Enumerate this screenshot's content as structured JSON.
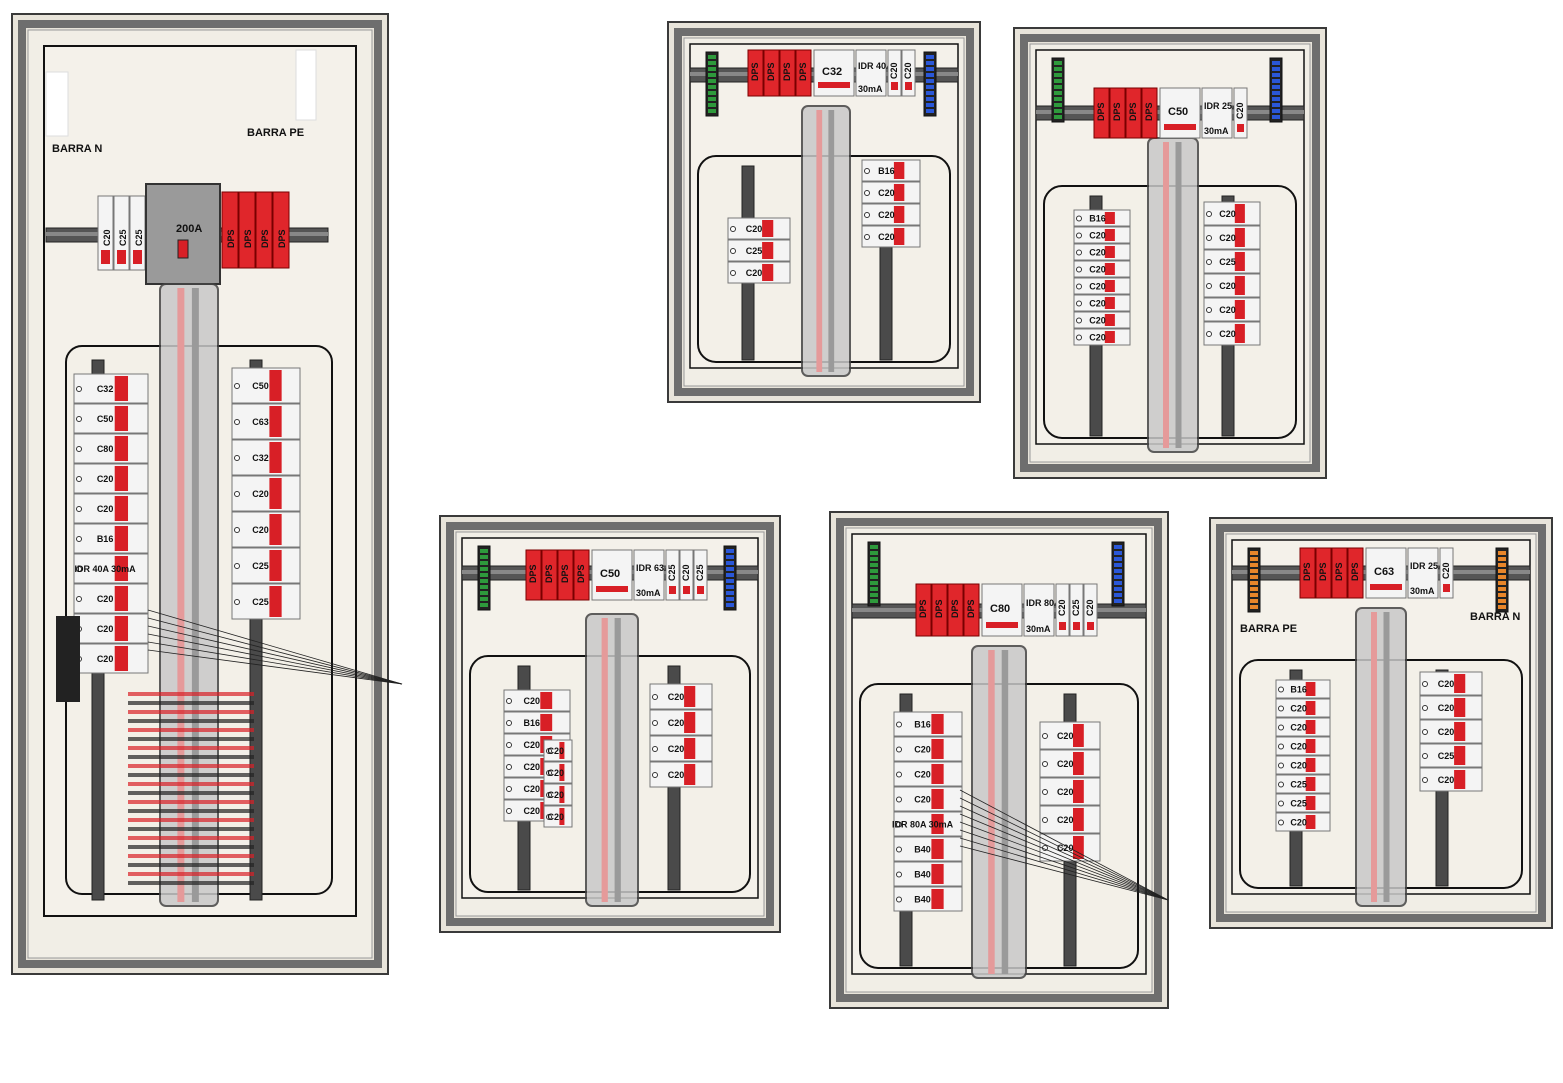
{
  "colors": {
    "enclosure": "#e8e4da",
    "frame": "#6e6e6e",
    "frame_dark": "#3a3a3a",
    "inner": "#f1eee6",
    "breaker_white": "#f4f4f4",
    "breaker_red": "#d81f26",
    "dps_red": "#e0262b",
    "neutral_bar": "#2a57d8",
    "pe_bar": "#2e9a3c",
    "orange_bar": "#e8862a",
    "busbar": "#c9c9c9",
    "rail": "#555555"
  },
  "panels": [
    {
      "id": "qgbt",
      "labels": {
        "barra_n": "BARRA N",
        "barra_pe": "BARRA PE"
      },
      "top_group": [
        "C20",
        "C25",
        "C25"
      ],
      "main_switch": "200A",
      "dps": [
        "DPS",
        "DPS",
        "DPS",
        "DPS"
      ],
      "left_column": [
        "C32",
        "C50",
        "C80",
        "C20",
        "C20",
        "B16",
        "IDR 40A 30mA",
        "C20",
        "C20",
        "C20"
      ],
      "right_column": [
        "C50",
        "C63",
        "C32",
        "C20",
        "C20",
        "C25",
        "C25"
      ]
    },
    {
      "id": "qd1",
      "dps": [
        "DPS",
        "DPS",
        "DPS",
        "DPS"
      ],
      "main": "C32",
      "idr": "IDR 40A",
      "idr_ma": "30mA",
      "top_extra": [
        "C20",
        "C20"
      ],
      "left_column": [
        "C20",
        "C25",
        "C20"
      ],
      "right_column": [
        "B16",
        "C20",
        "C20",
        "C20"
      ]
    },
    {
      "id": "qd2",
      "dps": [
        "DPS",
        "DPS",
        "DPS",
        "DPS"
      ],
      "main": "C50",
      "idr": "IDR 25A",
      "idr_ma": "30mA",
      "top_extra": [
        "C20"
      ],
      "left_column": [
        "B16",
        "C20",
        "C20",
        "C20",
        "C20",
        "C20",
        "C20",
        "C20"
      ],
      "right_column": [
        "C20",
        "C20",
        "C25",
        "C20",
        "C20",
        "C20"
      ]
    },
    {
      "id": "qd3",
      "dps": [
        "DPS",
        "DPS",
        "DPS",
        "DPS"
      ],
      "main": "C50",
      "idr": "IDR 63A",
      "idr_ma": "30mA",
      "top_extra": [
        "C25",
        "C20",
        "C25"
      ],
      "left_column": [
        "C20",
        "B16",
        "C20",
        "C20",
        "C20",
        "C20"
      ],
      "left_column_b": [
        "C20",
        "C20",
        "C20",
        "C20"
      ],
      "right_column": [
        "C20",
        "C20",
        "C20",
        "C20"
      ]
    },
    {
      "id": "qd4",
      "dps": [
        "DPS",
        "DPS",
        "DPS",
        "DPS"
      ],
      "main": "C80",
      "idr": "IDR 80A",
      "idr_ma": "30mA",
      "top_extra": [
        "C20",
        "C25",
        "C20"
      ],
      "left_column": [
        "B16",
        "C20",
        "C20",
        "C20",
        "IDR 80A 30mA",
        "B40",
        "B40",
        "B40"
      ],
      "right_column": [
        "C20",
        "C20",
        "C20",
        "C20",
        "C20"
      ]
    },
    {
      "id": "qd5",
      "labels": {
        "barra_pe": "BARRA PE",
        "barra_n": "BARRA N"
      },
      "dps": [
        "DPS",
        "DPS",
        "DPS",
        "DPS"
      ],
      "main": "C63",
      "idr": "IDR 25A",
      "idr_ma": "30mA",
      "top_extra": [
        "C20"
      ],
      "left_column": [
        "B16",
        "C20",
        "C20",
        "C20",
        "C20",
        "C25",
        "C25",
        "C20"
      ],
      "right_column": [
        "C20",
        "C20",
        "C20",
        "C25",
        "C20"
      ]
    }
  ]
}
